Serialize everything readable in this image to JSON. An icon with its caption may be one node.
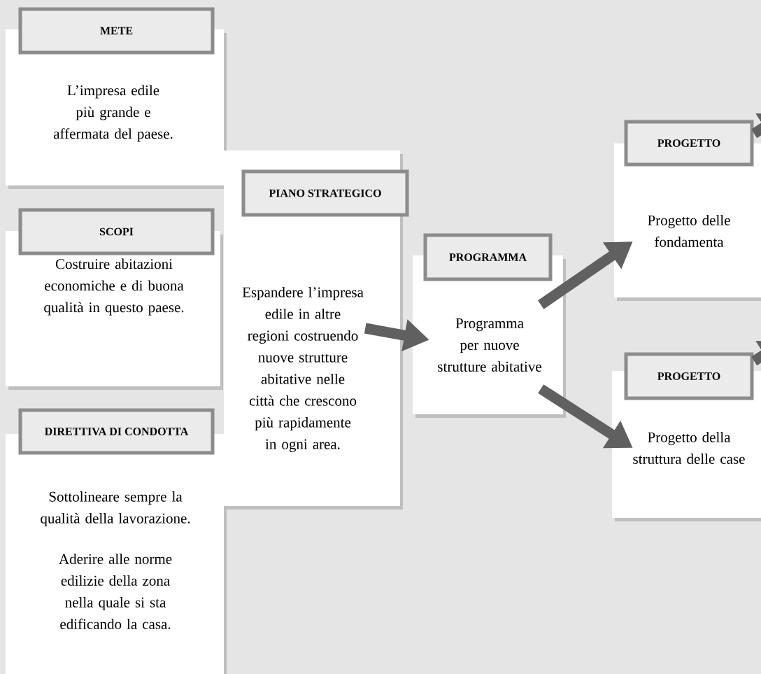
{
  "diagram": {
    "nodes": [
      {
        "text": [
          "METE",
          "L’impresa edile più grande e affermata del paese."
        ]
      },
      {
        "text": [
          "SCOPI",
          "Costruire abitazioni economiche e di buona qualità in questo paese."
        ]
      },
      {
        "text": [
          "DIRETTIVA DI CONDOTTA",
          "Sottolineare sempre la qualità della lavorazione.",
          "Aderire alle norme edilizie della zona nella quale si sta edificando la casa."
        ]
      },
      {
        "text": [
          "PIANO STRATEGICO",
          "Espandere l’impresa edile in altre regioni costruendo nuove strutture abitative nelle città che crescono più rapidamente in ogni area."
        ]
      },
      {
        "text": [
          "PROGRAMMA",
          "Programma per nuove strutture abitative"
        ]
      },
      {
        "text": [
          "PROGETTO",
          "Progetto delle fondamenta"
        ]
      },
      {
        "text": [
          "PROGETTO",
          "Progetto della struttura delle case"
        ]
      }
    ],
    "edges": [
      {
        "from": 3,
        "to": 4,
        "arrow": "to"
      },
      {
        "from": 4,
        "to": 5,
        "arrow": "to"
      },
      {
        "from": 4,
        "to": 6,
        "arrow": "to"
      },
      {
        "from": 5,
        "to": null,
        "arrow": "to"
      },
      {
        "from": 6,
        "to": null,
        "arrow": "to"
      }
    ]
  }
}
